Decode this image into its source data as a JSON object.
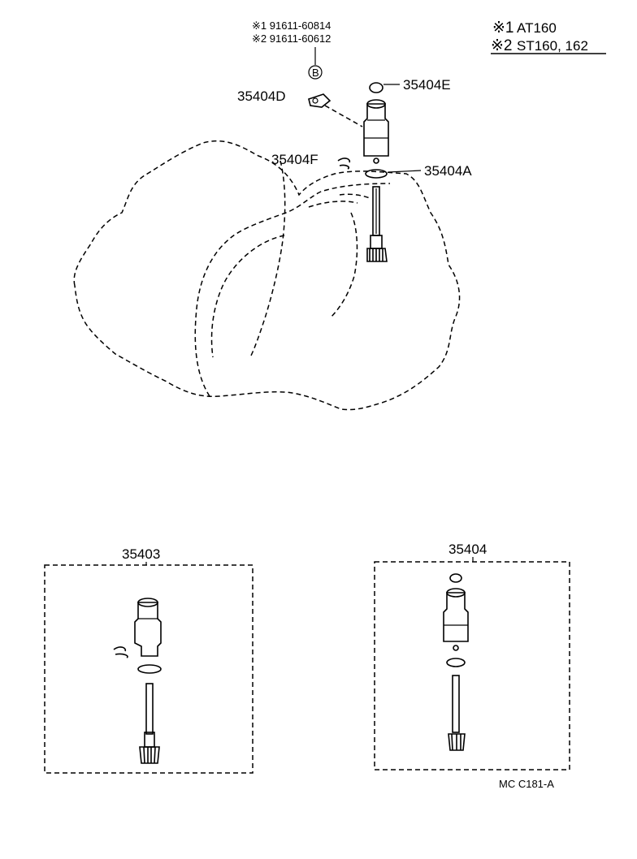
{
  "notes": {
    "note1": "※1 91611-60814",
    "note2": "※2 91611-60612",
    "bolt_marker": "B",
    "legend1_mark": "※1",
    "legend1_text": "AT160",
    "legend2_mark": "※2",
    "legend2_text": "ST160, 162"
  },
  "labels": {
    "p35404D": "35404D",
    "p35404E": "35404E",
    "p35404F": "35404F",
    "p35404A": "35404A",
    "p35403": "35403",
    "p35404": "35404"
  },
  "figure_code": "MC C181-A"
}
